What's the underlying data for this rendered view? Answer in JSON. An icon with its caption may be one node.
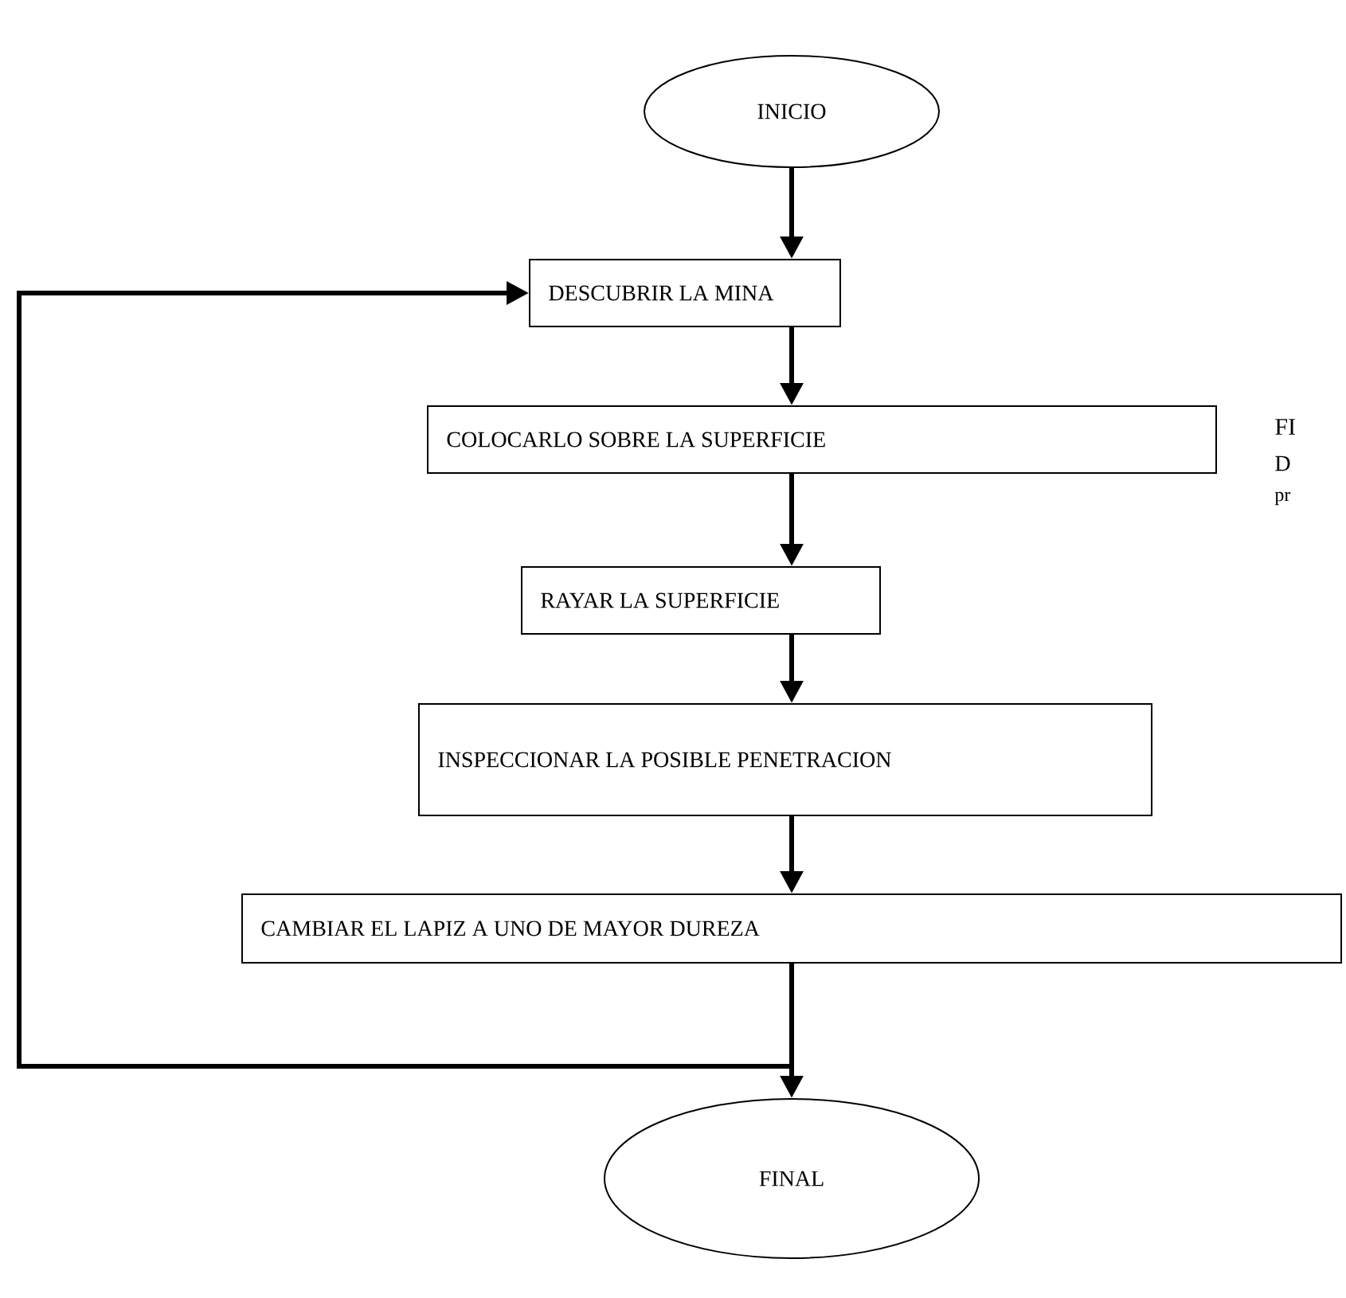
{
  "diagram": {
    "nodes": [
      {
        "text": [
          "INICIO"
        ]
      },
      {
        "text": [
          "DESCUBRIR LA MINA"
        ]
      },
      {
        "text": [
          "COLOCARLO SOBRE LA SUPERFICIE"
        ]
      },
      {
        "text": [
          "RAYAR LA SUPERFICIE"
        ]
      },
      {
        "text": [
          "INSPECCIONAR LA POSIBLE PENETRACION"
        ]
      },
      {
        "text": [
          "CAMBIAR EL LAPIZ A UNO DE MAYOR DUREZA"
        ]
      },
      {
        "text": [
          "FINAL"
        ]
      }
    ],
    "edges": [
      {
        "from": 0,
        "to": 1,
        "arrow": "to"
      },
      {
        "from": 1,
        "to": 2,
        "arrow": "to"
      },
      {
        "from": 2,
        "to": 3,
        "arrow": "to"
      },
      {
        "from": 3,
        "to": 4,
        "arrow": "to"
      },
      {
        "from": 4,
        "to": 5,
        "arrow": "to"
      },
      {
        "from": 5,
        "to": 6,
        "arrow": "to"
      },
      {
        "from": 5,
        "to": 1,
        "arrow": "to"
      }
    ],
    "labels": [
      "FI",
      "D",
      "pr"
    ]
  }
}
